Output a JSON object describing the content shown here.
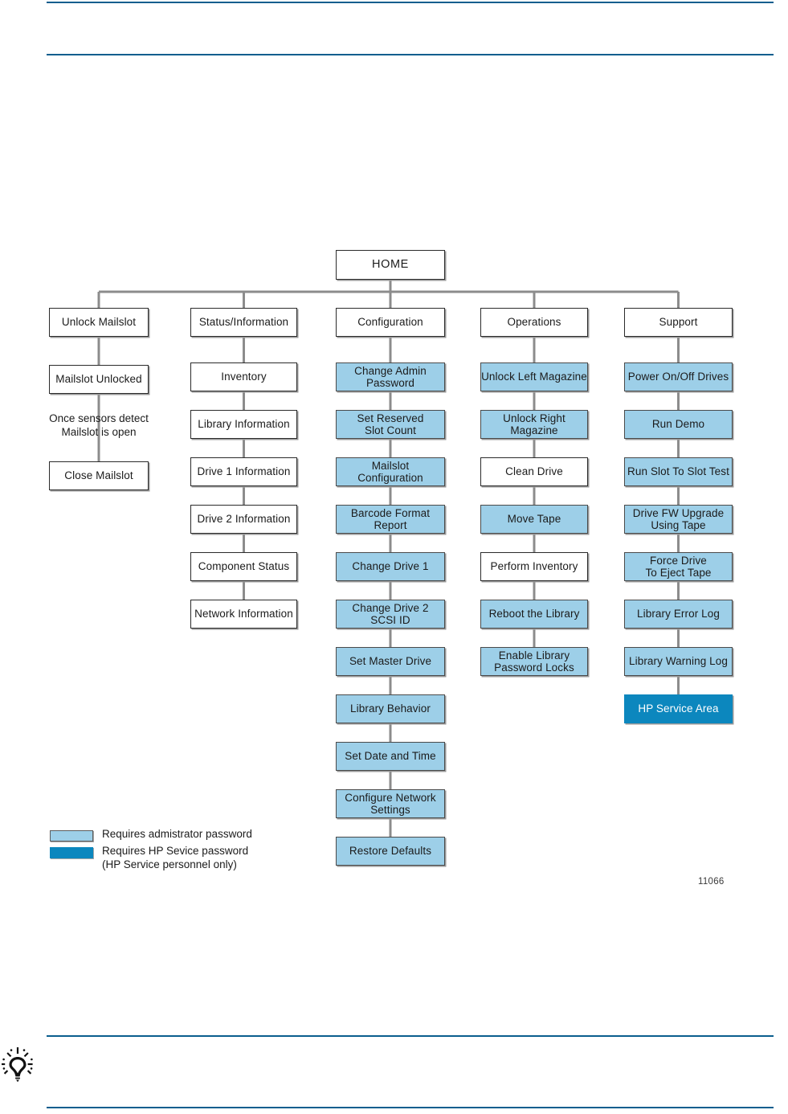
{
  "document": {
    "figure_id": "11066",
    "tip_icon": "lightbulb-tip-icon"
  },
  "colors": {
    "rule": "#0b5e8e",
    "admin_fill": "#9dcfe8",
    "service_fill": "#0c87be",
    "box_border": "#2b2b2b",
    "connector": "#8c8c8c"
  },
  "diagram": {
    "type": "menu-tree",
    "root": {
      "label": "HOME",
      "level": "none"
    },
    "columns": [
      {
        "id": "unlock-mailslot",
        "header": {
          "label": "Unlock Mailslot",
          "level": "none"
        },
        "items": [
          {
            "label": "Mailslot Unlocked",
            "level": "none"
          },
          {
            "label": "Close Mailslot",
            "level": "none"
          }
        ],
        "note": "Once sensors detect\nMailslot is open"
      },
      {
        "id": "status-information",
        "header": {
          "label": "Status/Information",
          "level": "none"
        },
        "items": [
          {
            "label": "Inventory",
            "level": "none"
          },
          {
            "label": "Library Information",
            "level": "none"
          },
          {
            "label": "Drive 1 Information",
            "level": "none"
          },
          {
            "label": "Drive 2 Information",
            "level": "none"
          },
          {
            "label": "Component Status",
            "level": "none"
          },
          {
            "label": "Network Information",
            "level": "none"
          }
        ],
        "note": ""
      },
      {
        "id": "configuration",
        "header": {
          "label": "Configuration",
          "level": "none"
        },
        "items": [
          {
            "label": "Change Admin\nPassword",
            "level": "admin"
          },
          {
            "label": "Set Reserved\nSlot Count",
            "level": "admin"
          },
          {
            "label": "Mailslot\nConfiguration",
            "level": "admin"
          },
          {
            "label": "Barcode Format\nReport",
            "level": "admin"
          },
          {
            "label": "Change Drive 1",
            "level": "admin"
          },
          {
            "label": "Change Drive 2\nSCSI ID",
            "level": "admin"
          },
          {
            "label": "Set Master Drive",
            "level": "admin"
          },
          {
            "label": "Library Behavior",
            "level": "admin"
          },
          {
            "label": "Set  Date and Time",
            "level": "admin"
          },
          {
            "label": "Configure Network\nSettings",
            "level": "admin"
          },
          {
            "label": "Restore Defaults",
            "level": "admin"
          }
        ],
        "note": ""
      },
      {
        "id": "operations",
        "header": {
          "label": "Operations",
          "level": "none"
        },
        "items": [
          {
            "label": "Unlock Left Magazine",
            "level": "admin"
          },
          {
            "label": "Unlock Right Magazine",
            "level": "admin"
          },
          {
            "label": "Clean Drive",
            "level": "none"
          },
          {
            "label": "Move Tape",
            "level": "admin"
          },
          {
            "label": "Perform Inventory",
            "level": "none"
          },
          {
            "label": "Reboot the Library",
            "level": "admin"
          },
          {
            "label": "Enable Library\nPassword Locks",
            "level": "admin"
          }
        ],
        "note": ""
      },
      {
        "id": "support",
        "header": {
          "label": "Support",
          "level": "none"
        },
        "items": [
          {
            "label": "Power On/Off Drives",
            "level": "admin"
          },
          {
            "label": "Run Demo",
            "level": "admin"
          },
          {
            "label": "Run Slot To Slot Test",
            "level": "admin"
          },
          {
            "label": "Drive FW Upgrade\nUsing Tape",
            "level": "admin"
          },
          {
            "label": "Force Drive\nTo Eject Tape",
            "level": "admin"
          },
          {
            "label": "Library Error Log",
            "level": "admin"
          },
          {
            "label": "Library Warning Log",
            "level": "admin"
          },
          {
            "label": "HP Service Area",
            "level": "service"
          }
        ],
        "note": ""
      }
    ]
  },
  "legend": {
    "entries": [
      {
        "swatch": "admin",
        "text": "Requires admistrator password"
      },
      {
        "swatch": "service",
        "text": "Requires HP Sevice password\n(HP Service personnel only)"
      }
    ]
  }
}
